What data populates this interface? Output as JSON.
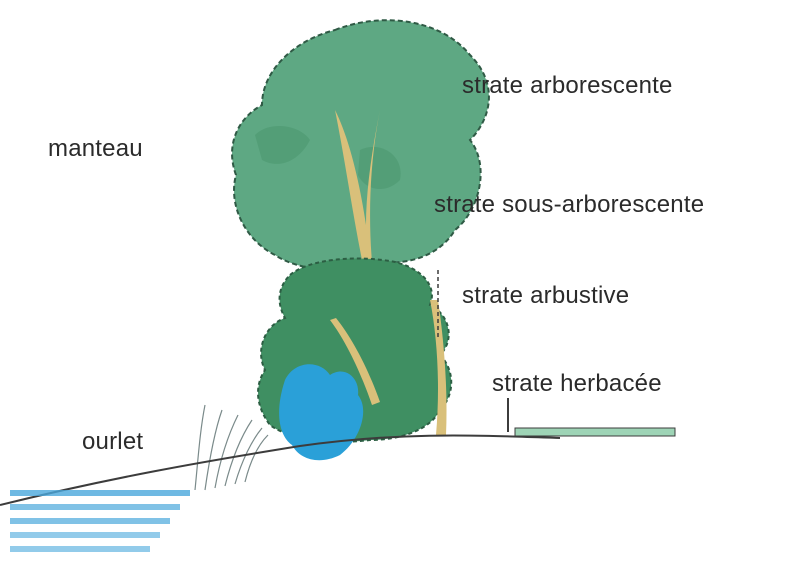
{
  "labels": {
    "manteau": "manteau",
    "ourlet": "ourlet",
    "strate_arborescente": "strate arborescente",
    "strate_sous_arborescente": "strate sous-arborescente",
    "strate_arbustive": "strate arbustive",
    "strate_herbacee": "strate herbacée"
  },
  "colors": {
    "canopy": "#5ea883",
    "canopy_dark": "#4f9a72",
    "shrub": "#3f8f62",
    "trunk": "#d9c07a",
    "blue_shrub": "#2aa0d8",
    "ground_line": "#3c3c3c",
    "herb_bar": "#9ed4b6",
    "water": "#4aa8dc"
  }
}
